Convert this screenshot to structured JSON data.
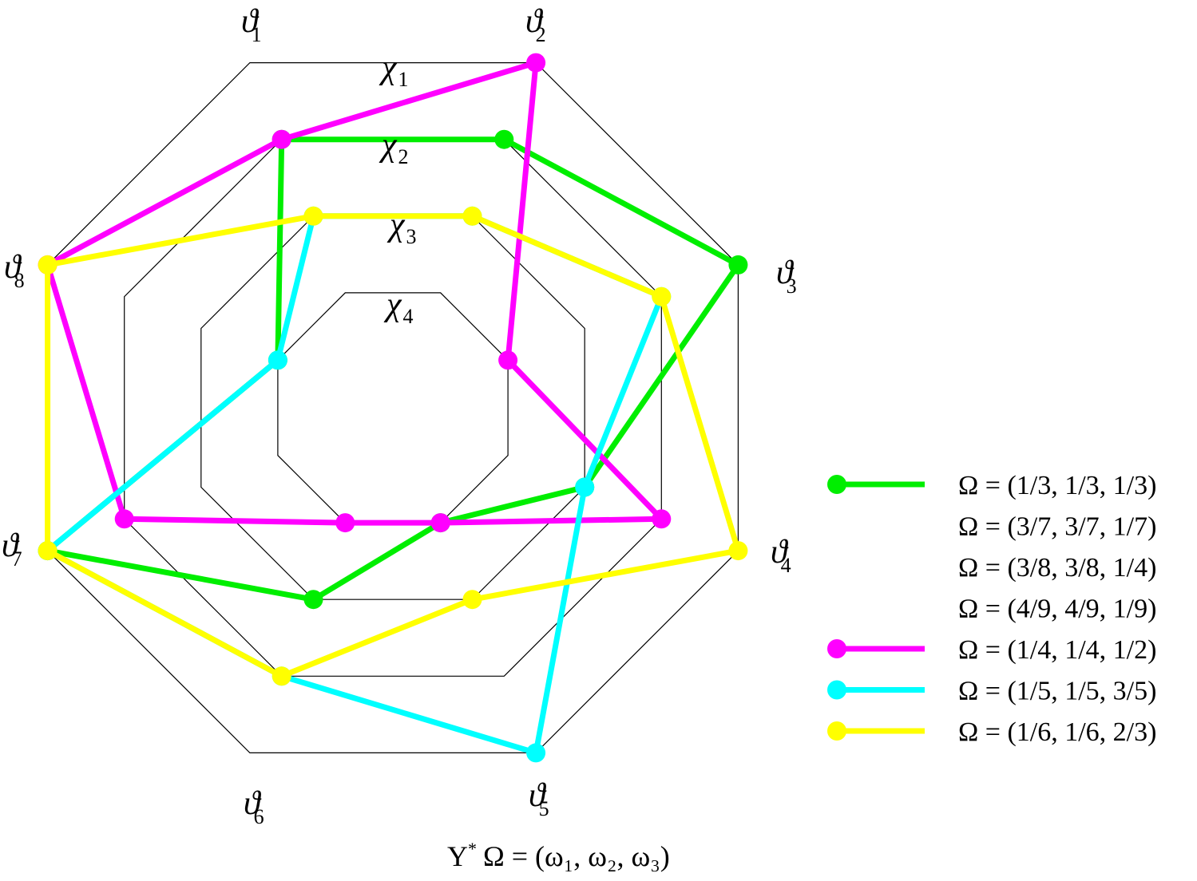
{
  "chart_data": {
    "type": "radar",
    "axes": [
      {
        "symbol": "ϑ",
        "index": "1"
      },
      {
        "symbol": "ϑ",
        "index": "2"
      },
      {
        "symbol": "ϑ",
        "index": "3"
      },
      {
        "symbol": "ϑ",
        "index": "4"
      },
      {
        "symbol": "ϑ",
        "index": "5"
      },
      {
        "symbol": "ϑ",
        "index": "6"
      },
      {
        "symbol": "ϑ",
        "index": "7"
      },
      {
        "symbol": "ϑ",
        "index": "8"
      }
    ],
    "rings": [
      {
        "symbol": "χ",
        "index": "1",
        "level": 1
      },
      {
        "symbol": "χ",
        "index": "2",
        "level": 2
      },
      {
        "symbol": "χ",
        "index": "3",
        "level": 3
      },
      {
        "symbol": "χ",
        "index": "4",
        "level": 4
      }
    ],
    "radial_scale": "rank 1 (outer) to 5 (center)",
    "series": [
      {
        "name": "Ω = (1/3, 1/3, 1/3)",
        "color": "#00ee00",
        "marker": true,
        "values": [
          2,
          2,
          1,
          3,
          4,
          3,
          1,
          4
        ]
      },
      {
        "name": "Ω = (3/7, 3/7, 1/7)",
        "color": "#00ee00",
        "marker": false,
        "values": [
          2,
          2,
          1,
          3,
          4,
          3,
          1,
          4
        ]
      },
      {
        "name": "Ω = (3/8, 3/8, 1/4)",
        "color": "#00ee00",
        "marker": false,
        "values": [
          2,
          2,
          1,
          3,
          4,
          3,
          1,
          4
        ]
      },
      {
        "name": "Ω = (4/9, 4/9, 1/9)",
        "color": "#00ee00",
        "marker": false,
        "values": [
          2,
          2,
          1,
          3,
          4,
          3,
          1,
          4
        ]
      },
      {
        "name": "Ω = (1/4, 1/4, 1/2)",
        "color": "#ff00ff",
        "marker": true,
        "values": [
          2,
          1,
          4,
          2,
          4,
          4,
          2,
          1
        ]
      },
      {
        "name": "Ω = (1/5, 1/5, 3/5)",
        "color": "#00ffff",
        "marker": true,
        "values": [
          3,
          3,
          2,
          3,
          1,
          2,
          1,
          4
        ]
      },
      {
        "name": "Ω = (1/6, 1/6, 2/3)",
        "color": "#ffff00",
        "marker": true,
        "values": [
          3,
          3,
          2,
          1,
          3,
          2,
          1,
          1
        ]
      }
    ],
    "plotted_series": [
      0,
      4,
      5,
      6
    ],
    "caption": {
      "prefix": "Υ",
      "sup": "*",
      "text": "Ω = (ω₁, ω₂, ω₃)"
    }
  }
}
